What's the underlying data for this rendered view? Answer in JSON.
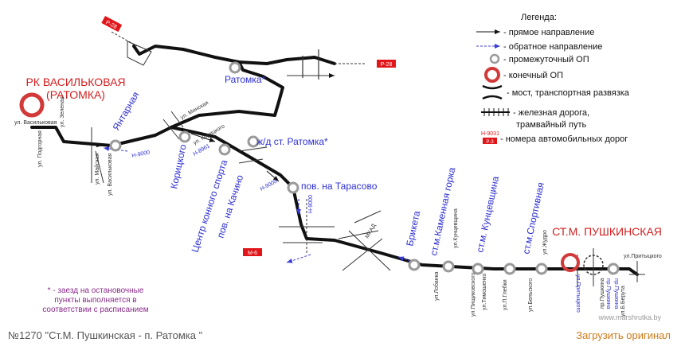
{
  "colors": {
    "route": "#111111",
    "stop_fill": "#ffffff",
    "stop_stroke": "#9a9a9a",
    "terminal": "#d23a3a",
    "label": "#2d2fd0",
    "terminal_label": "#d22020",
    "road_badge": "#e0161b",
    "note": "#8a2a8a",
    "link": "#d07a1a"
  },
  "terminals": {
    "start_name": "РК ВАСИЛЬКОВАЯ",
    "start_sub": "(РАТОМКА)",
    "end_name": "СТ.М. ПУШКИНСКАЯ"
  },
  "stops": [
    "Янтарная",
    "Корицкого",
    "Центр конного спорта",
    "пов. на Качино",
    "Ратомка*",
    "ж/д ст. Ратомка*",
    "пов. на Тарасово",
    "Брикета",
    "ст.м.Каменная горка",
    "ст.м. Кунцевщина",
    "ст.м.Спортивная"
  ],
  "streets": [
    "ул. Васильковая",
    "ул. Подгорная",
    "ул. Зеленая",
    "ул. Майская",
    "ул. Васильковая",
    "ул. Минская",
    "ул. Корицкого",
    "МКАД",
    "ул.Лобанка",
    "ул.Кунцевщина",
    "ул.Пищиковского",
    "ул.Тимошенко",
    "ул.П.Глебки",
    "ул.Бельского",
    "ул.Жудро",
    "пр.Пушкина",
    "ул.Притыцкого",
    "ул.Б.Берута",
    "ул.Притыцкого",
    "пр.Пушкина",
    "пр.Пушкина"
  ],
  "roads": [
    "Р-28",
    "Р-28",
    "Н-9000",
    "Н-8961",
    "Н-9000",
    "Н-9000",
    "М-6"
  ],
  "legend": {
    "title": "Легенда:",
    "items": [
      "- прямое направление",
      "- обратное направление",
      "- промежуточный ОП",
      "- конечный ОП",
      "- мост, транспортная развязка",
      "- железная дорога,",
      "трамвайный путь",
      "- номера автомобильных дорог"
    ],
    "road_sample": "Н-9031",
    "road_sample_badge": "Р-3"
  },
  "note": "* - заезд на остановочные пункты выполняется в соответствии с расписанием",
  "watermark": "www.marshrutka.by",
  "footer": {
    "caption": "№1270 \"Ст.М. Пушкинская - п. Ратомка \"",
    "download": "Загрузить оригинал"
  }
}
